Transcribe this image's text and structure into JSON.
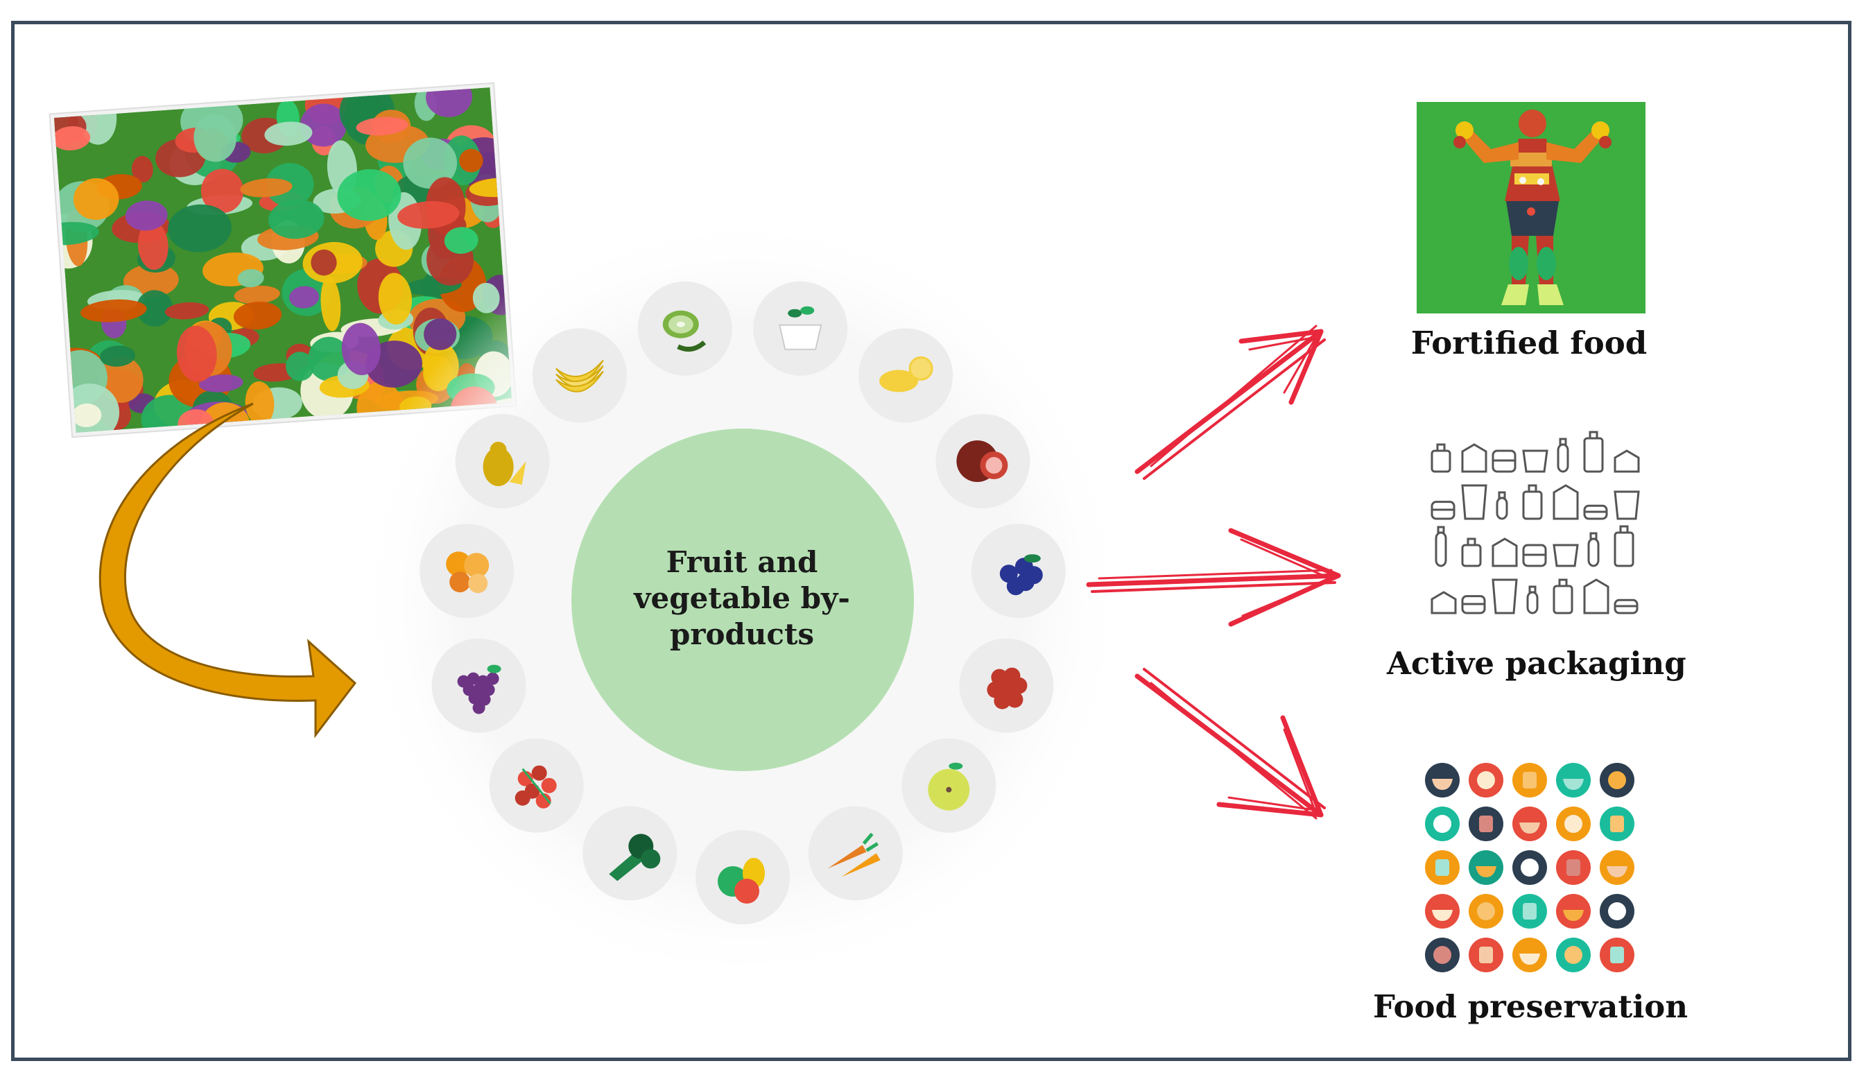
{
  "center": {
    "label_lines": [
      "Fruit and",
      "vegetable by-",
      "products"
    ],
    "fill": "#b5dfb2"
  },
  "outputs": [
    {
      "label": "Fortified food",
      "icon": "fortified-food-figure-icon"
    },
    {
      "label": "Active packaging",
      "icon": "packaging-grid-icon"
    },
    {
      "label": "Food preservation",
      "icon": "food-grid-icon"
    }
  ],
  "photo": {
    "icon": "vegetables-photo-icon"
  },
  "ring_icons": [
    "tea-icon",
    "lemon-icon",
    "pomegranate-icon",
    "blueberry-icon",
    "raspberry-icon",
    "apple-icon",
    "carrot-icon",
    "pepper-icon",
    "broccoli-icon",
    "tomato-icon",
    "grape-icon",
    "orange-icon",
    "pear-icon",
    "banana-icon",
    "kiwi-icon"
  ],
  "colors": {
    "curved_arrow": "#e39a00",
    "red_arrows": "#e8283d",
    "packaging_stroke": "#555555",
    "fortified_bg": "#3dae40",
    "frame": "#3b4a5c"
  }
}
